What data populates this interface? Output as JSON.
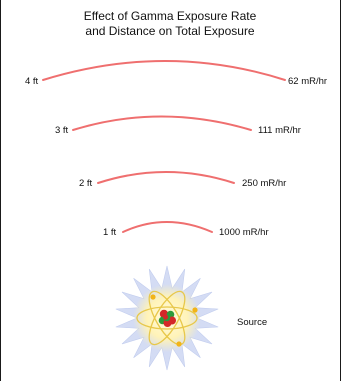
{
  "title_line1": "Effect of Gamma Exposure Rate",
  "title_line2": "and Distance on Total Exposure",
  "colors": {
    "arc": "#ef6f6f",
    "frame": "#1a1a1a",
    "burst_rays": "#d4dcf4",
    "burst_glow": "#fff6c8",
    "orbit": "#e8c84a",
    "nucleus_red": "#d42828",
    "nucleus_green": "#2d9a3a",
    "electron": "#f2b418"
  },
  "rows": [
    {
      "distance": "4 ft",
      "rate": "62 mR/hr"
    },
    {
      "distance": "3 ft",
      "rate": "111 mR/hr"
    },
    {
      "distance": "2 ft",
      "rate": "250 mR/hr"
    },
    {
      "distance": "1 ft",
      "rate": "1000 mR/hr"
    }
  ],
  "source_label": "Source",
  "icons": {
    "source": "radiation-source-atom-icon"
  }
}
